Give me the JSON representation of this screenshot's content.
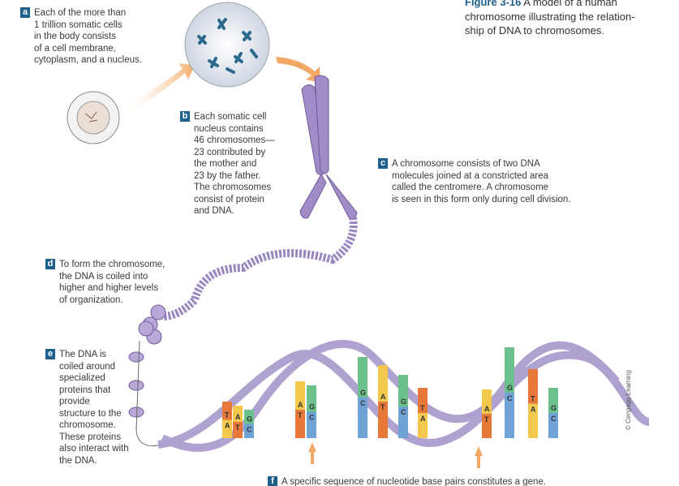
{
  "figure": {
    "number": "Figure 3-16",
    "title_line1": "A model of a human",
    "title_rest": "chromosome illustrating the relation-\nship of DNA to chromosomes."
  },
  "labels": [
    {
      "badge": "a",
      "first": "Each of the more than",
      "rest": "1 trillion somatic cells\nin the body consists\nof a cell membrane,\ncytoplasm, and a nucleus."
    },
    {
      "badge": "b",
      "first": "Each somatic cell",
      "rest": "nucleus contains\n46 chromosomes—\n23 contributed by\nthe mother and\n23 by the father.\nThe chromosomes\nconsist of protein\nand DNA."
    },
    {
      "badge": "c",
      "first": "A chromosome consists of two DNA",
      "rest": "molecules joined at a constricted area\ncalled the centromere. A chromosome\nis seen in this form only during cell division."
    },
    {
      "badge": "d",
      "first": "To form the chromosome,",
      "rest": "the DNA is coiled into\nhigher and higher levels\nof organization."
    },
    {
      "badge": "e",
      "first": "The DNA is",
      "rest": "coiled around\nspecialized\nproteins that\nprovide\nstructure to the\nchromosome.\nThese proteins\nalso interact with\nthe DNA."
    },
    {
      "badge": "f",
      "first": "A specific sequence of nucleotide base pairs constitutes a gene.",
      "rest": ""
    }
  ],
  "base_pairs": [
    [
      "T",
      "A"
    ],
    [
      "A",
      "T"
    ],
    [
      "G",
      "C"
    ],
    [
      "A",
      "T"
    ],
    [
      "G",
      "C"
    ],
    [
      "G",
      "C"
    ],
    [
      "A",
      "T"
    ],
    [
      "G",
      "C"
    ],
    [
      "T",
      "A"
    ],
    [
      "A",
      "T"
    ],
    [
      "G",
      "C"
    ],
    [
      "T",
      "A"
    ],
    [
      "G",
      "C"
    ]
  ],
  "credit": "© Cengage Learning",
  "colors": {
    "badge": "#1f5f8c",
    "chromosome": "#9b87c0",
    "arrow": "#f4b27a"
  }
}
